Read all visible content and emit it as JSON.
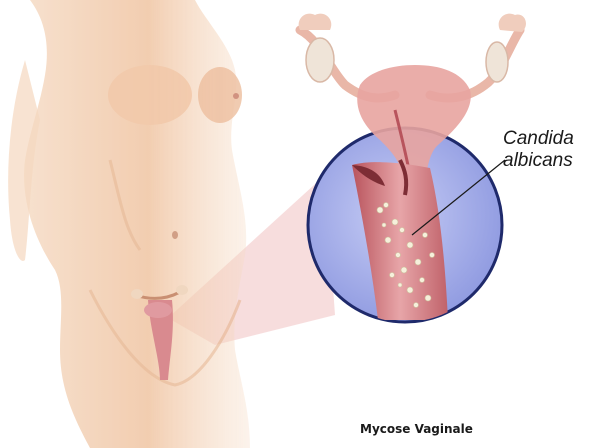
{
  "figure": {
    "callout": {
      "line1": "Candida",
      "line2": "albicans"
    },
    "caption": "Mycose Vaginale",
    "colors": {
      "skin": "#f2c9a8",
      "skin_shadow": "#e3ad86",
      "magnifier_fill": "#a9b3ec",
      "magnifier_edge": "#1f2a6b",
      "tissue": "#d98a8f",
      "tissue_dark": "#a84a55",
      "beam": "#f3cfcf",
      "yeast": "#f6f0dc"
    },
    "icons": {
      "body": "female-torso-illustration",
      "organ": "uterus-illustration",
      "lens": "magnifier-circle"
    }
  }
}
